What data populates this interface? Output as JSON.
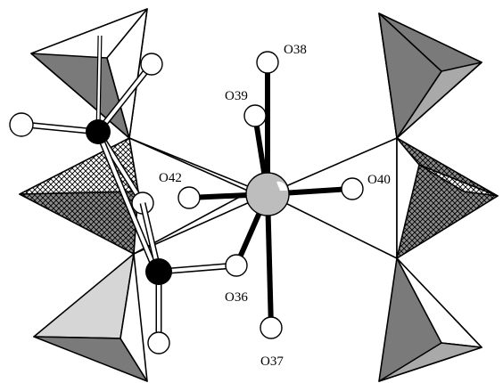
{
  "diagram": {
    "central_atom": {
      "name": "central-metal-atom",
      "color": "#bdbdbd"
    },
    "oxygen_labels": {
      "o38": "O38",
      "o39": "O39",
      "o42": "O42",
      "o40": "O40",
      "o36": "O36",
      "o37": "O37"
    },
    "colors": {
      "dark_face": "#7a7a7a",
      "mid_face": "#a9a9a9",
      "light_face": "#d6d6d6",
      "white_face": "#ffffff",
      "hatch": "#000000",
      "atom_black": "#000000",
      "atom_white": "#ffffff"
    }
  }
}
